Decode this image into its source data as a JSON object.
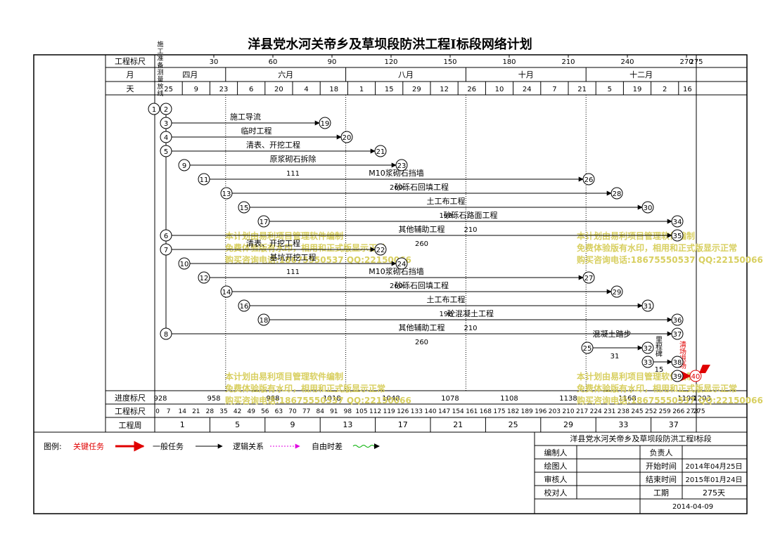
{
  "title": "洋县党水河关帝乡及草坝段防洪工程I标段网络计划",
  "rows": {
    "top_scale": "工程标尺",
    "month": "月",
    "day": "天",
    "progress": "进度标尺",
    "bottom_scale": "工程标尺",
    "week": "工程周"
  },
  "top_scale_ticks": [
    "30",
    "60",
    "90",
    "120",
    "150",
    "180",
    "210",
    "240",
    "270",
    "275"
  ],
  "months": [
    "四月",
    "六月",
    "八月",
    "十月",
    "十二月"
  ],
  "days": [
    "25",
    "9",
    "23",
    "6",
    "20",
    "4",
    "18",
    "1",
    "15",
    "29",
    "12",
    "26",
    "10",
    "24",
    "7",
    "21",
    "5",
    "19",
    "2",
    "16"
  ],
  "progress_ticks": [
    "928",
    "958",
    "988",
    "1018",
    "1048",
    "1078",
    "1108",
    "1138",
    "1168",
    "1198",
    "1203"
  ],
  "bottom_scale_ticks": [
    "0",
    "7",
    "14",
    "21",
    "28",
    "35",
    "42",
    "49",
    "56",
    "63",
    "70",
    "77",
    "84",
    "91",
    "98",
    "105",
    "112",
    "119",
    "126",
    "133",
    "140",
    "147",
    "154",
    "161",
    "168",
    "175",
    "182",
    "189",
    "196",
    "203",
    "210",
    "217",
    "224",
    "231",
    "238",
    "245",
    "252",
    "259",
    "266",
    "273",
    "275"
  ],
  "weeks": [
    "1",
    "5",
    "9",
    "13",
    "17",
    "21",
    "25",
    "29",
    "33",
    "37"
  ],
  "nodes": [
    {
      "id": "1",
      "color": "#000000"
    },
    {
      "id": "2",
      "color": "#000000"
    },
    {
      "id": "3",
      "color": "#000000"
    },
    {
      "id": "19",
      "color": "#000000"
    },
    {
      "id": "4",
      "color": "#000000"
    },
    {
      "id": "20",
      "color": "#000000"
    },
    {
      "id": "5",
      "color": "#000000"
    },
    {
      "id": "21",
      "color": "#000000"
    },
    {
      "id": "9",
      "color": "#000000"
    },
    {
      "id": "23",
      "color": "#000000"
    },
    {
      "id": "11",
      "color": "#000000"
    },
    {
      "id": "26",
      "color": "#000000"
    },
    {
      "id": "13",
      "color": "#000000"
    },
    {
      "id": "28",
      "color": "#000000"
    },
    {
      "id": "15",
      "color": "#000000"
    },
    {
      "id": "30",
      "color": "#000000"
    },
    {
      "id": "17",
      "color": "#000000"
    },
    {
      "id": "34",
      "color": "#000000"
    },
    {
      "id": "6",
      "color": "#000000"
    },
    {
      "id": "35",
      "color": "#000000"
    },
    {
      "id": "7",
      "color": "#000000"
    },
    {
      "id": "22",
      "color": "#000000"
    },
    {
      "id": "10",
      "color": "#000000"
    },
    {
      "id": "24",
      "color": "#000000"
    },
    {
      "id": "12",
      "color": "#000000"
    },
    {
      "id": "27",
      "color": "#000000"
    },
    {
      "id": "14",
      "color": "#000000"
    },
    {
      "id": "29",
      "color": "#000000"
    },
    {
      "id": "16",
      "color": "#000000"
    },
    {
      "id": "31",
      "color": "#000000"
    },
    {
      "id": "18",
      "color": "#000000"
    },
    {
      "id": "36",
      "color": "#000000"
    },
    {
      "id": "8",
      "color": "#000000"
    },
    {
      "id": "37",
      "color": "#000000"
    },
    {
      "id": "25",
      "color": "#000000"
    },
    {
      "id": "32",
      "color": "#000000"
    },
    {
      "id": "33",
      "color": "#000000"
    },
    {
      "id": "38",
      "color": "#000000"
    },
    {
      "id": "39",
      "color": "#000000"
    },
    {
      "id": "40",
      "color": "#e00000"
    }
  ],
  "tasks": [
    {
      "from": "3",
      "to": "19",
      "name": "施工导流",
      "duration": ""
    },
    {
      "from": "4",
      "to": "20",
      "name": "临时工程",
      "duration": ""
    },
    {
      "from": "5",
      "to": "21",
      "name": "清表、开挖工程",
      "duration": ""
    },
    {
      "from": "9",
      "to": "23",
      "name": "原浆砌石拆除",
      "duration": "111"
    },
    {
      "from": "11",
      "to": "26",
      "name": "M10浆砌石挡墙",
      "duration": "260"
    },
    {
      "from": "13",
      "to": "28",
      "name": "砂砾石回填工程",
      "duration": ""
    },
    {
      "from": "15",
      "to": "30",
      "name": "土工布工程",
      "duration": "198"
    },
    {
      "from": "17",
      "to": "34",
      "name": "砂砾石路面工程",
      "duration": "210"
    },
    {
      "from": "6",
      "to": "35",
      "name": "其他辅助工程",
      "duration": "260"
    },
    {
      "from": "7",
      "to": "22",
      "name": "清表、开挖工程",
      "duration": ""
    },
    {
      "from": "10",
      "to": "24",
      "name": "基坑开挖工程",
      "duration": "111"
    },
    {
      "from": "12",
      "to": "27",
      "name": "M10浆砌石挡墙",
      "duration": "260"
    },
    {
      "from": "14",
      "to": "29",
      "name": "砂砾石回填工程",
      "duration": ""
    },
    {
      "from": "16",
      "to": "31",
      "name": "土工布工程",
      "duration": "198"
    },
    {
      "from": "18",
      "to": "36",
      "name": "砼混凝土工程",
      "duration": "210"
    },
    {
      "from": "8",
      "to": "37",
      "name": "其他辅助工程",
      "duration": "260"
    },
    {
      "from": "25",
      "to": "32",
      "name": "混凝土踏步",
      "duration": "31"
    },
    {
      "from": "33",
      "to": "38",
      "name": "里程碑",
      "duration": "15"
    },
    {
      "from": "39",
      "to": "40",
      "name": "清场退场",
      "duration": ""
    }
  ],
  "start_task_label": "施工准备测量放线",
  "watermark_lines": [
    "本计划由易利项目管理软件编制",
    "免费体验版有水印，相用和正式版显示正常",
    "购买咨询电话:18675550537 QQ:22150066"
  ],
  "legend": {
    "label": "图例:",
    "critical": "关键任务",
    "normal": "一般任务",
    "logic": "逻辑关系",
    "float": "自由时差",
    "colors": {
      "critical": "#e00000",
      "normal": "#000000",
      "logic": "#e000e0",
      "float": "#00b000",
      "watermark": "#d8cf60"
    }
  },
  "info": {
    "project": "洋县党水河关帝乡及草坝段防洪工程I标段",
    "compiler": "编制人",
    "manager": "负责人",
    "drawer": "绘图人",
    "start_label": "开始时间",
    "start": "2014年04月25日",
    "reviewer": "审核人",
    "end_label": "结束时间",
    "end": "2015年01月24日",
    "checker": "校对人",
    "duration_label": "工期",
    "duration": "275天",
    "date": "2014-04-09"
  }
}
